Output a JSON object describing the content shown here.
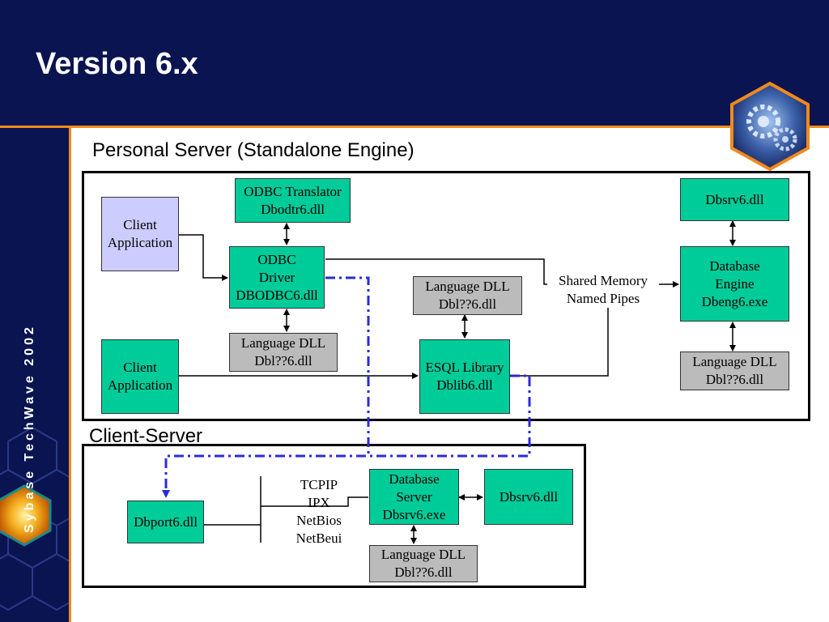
{
  "slide": {
    "title": "Version 6.x",
    "sidebar_text": "Sybase TechWave 2002"
  },
  "colors": {
    "header": "#0a1450",
    "accent": "#f08a1c",
    "component": "#00cc99",
    "language_dll": "#bbbbbb",
    "client": "#ccccff",
    "dashed_link": "#2b2bd6"
  },
  "personal_server": {
    "heading": "Personal Server (Standalone Engine)",
    "client_app_1": "Client\nApplication",
    "client_app_2": "Client\nApplication",
    "odbc_translator": "ODBC Translator\nDbodtr6.dll",
    "odbc_driver": "ODBC\nDriver\nDBODBC6.dll",
    "odbc_language_dll": "Language DLL\nDbl??6.dll",
    "esql_language_dll": "Language DLL\nDbl??6.dll",
    "esql_library": "ESQL Library\nDblib6.dll",
    "transport_note": "Shared Memory\nNamed Pipes",
    "dbsrv": "Dbsrv6.dll",
    "database_engine": "Database\nEngine\nDbeng6.exe",
    "engine_language_dll": "Language DLL\nDbl??6.dll"
  },
  "client_server": {
    "heading": "Client-Server",
    "dbport": "Dbport6.dll",
    "protocols": "TCPIP\nIPX\nNetBios\nNetBeui",
    "database_server": "Database\nServer\nDbsrv6.exe",
    "dbsrv": "Dbsrv6.dll",
    "server_language_dll": "Language DLL\nDbl??6.dll"
  }
}
